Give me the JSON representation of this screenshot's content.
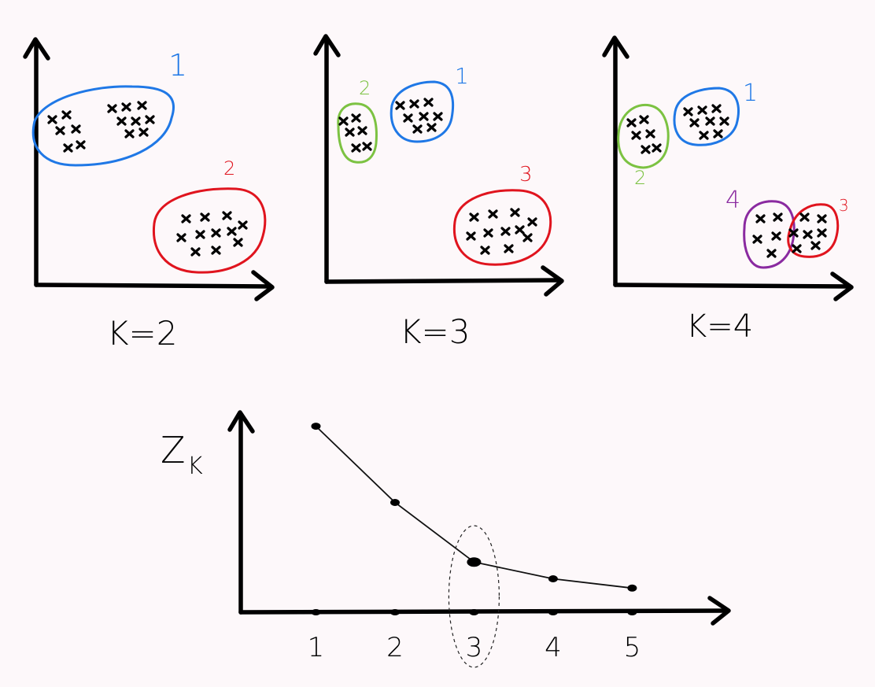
{
  "panels": [
    {
      "label": "K=2",
      "clusters": [
        {
          "label": "1",
          "color": "#1f78e6"
        },
        {
          "label": "2",
          "color": "#e0141e"
        }
      ]
    },
    {
      "label": "K=3",
      "clusters": [
        {
          "label": "2",
          "color": "#7cc242"
        },
        {
          "label": "1",
          "color": "#1f78e6"
        },
        {
          "label": "3",
          "color": "#e0141e"
        }
      ]
    },
    {
      "label": "K=4",
      "clusters": [
        {
          "label": "2",
          "color": "#7cc242"
        },
        {
          "label": "1",
          "color": "#1f78e6"
        },
        {
          "label": "4",
          "color": "#8a2aa0"
        },
        {
          "label": "3",
          "color": "#e0141e"
        }
      ]
    }
  ],
  "chart_data": {
    "type": "line",
    "ylabel": "Z",
    "ylabel_subscript": "K",
    "x": [
      1,
      2,
      3,
      4,
      5
    ],
    "tick_labels": [
      "1",
      "2",
      "3",
      "4",
      "5"
    ],
    "values": [
      10,
      5.9,
      2.7,
      1.8,
      1.3
    ],
    "xlim": [
      0.05,
      6.2
    ],
    "ylim": [
      0,
      11
    ],
    "highlight_x": 3
  }
}
